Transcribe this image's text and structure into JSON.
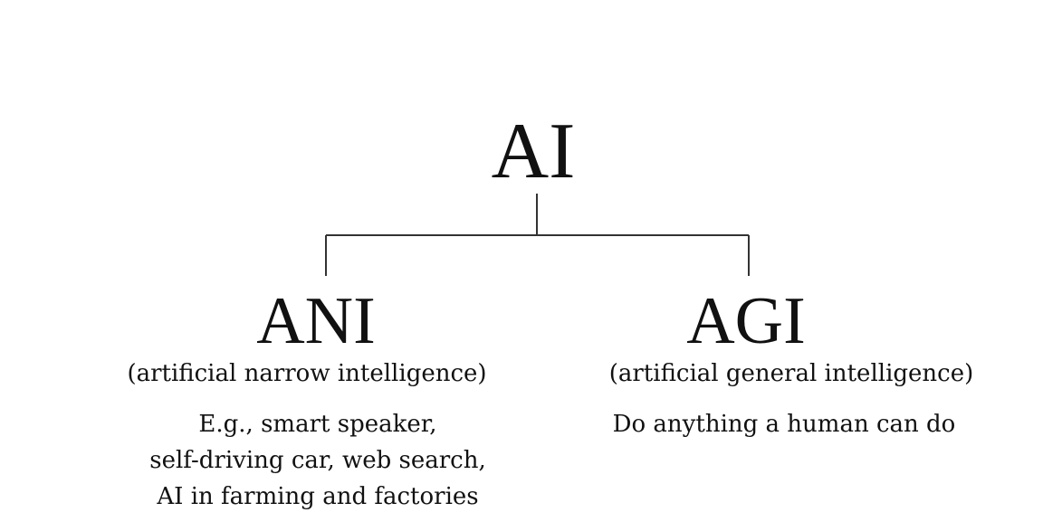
{
  "diagram": {
    "root": {
      "label": "AI"
    },
    "children": [
      {
        "id": "ani",
        "title": "ANI",
        "subtitle": "(artificial narrow intelligence)",
        "description_lines": [
          "E.g., smart speaker,",
          "self-driving car, web search,",
          "AI in farming and factories"
        ]
      },
      {
        "id": "agi",
        "title": "AGI",
        "subtitle": "(artificial general intelligence)",
        "description_lines": [
          "Do anything a human can do"
        ]
      }
    ],
    "colors": {
      "text": "#111111",
      "line": "#333333",
      "background": "#ffffff"
    }
  }
}
